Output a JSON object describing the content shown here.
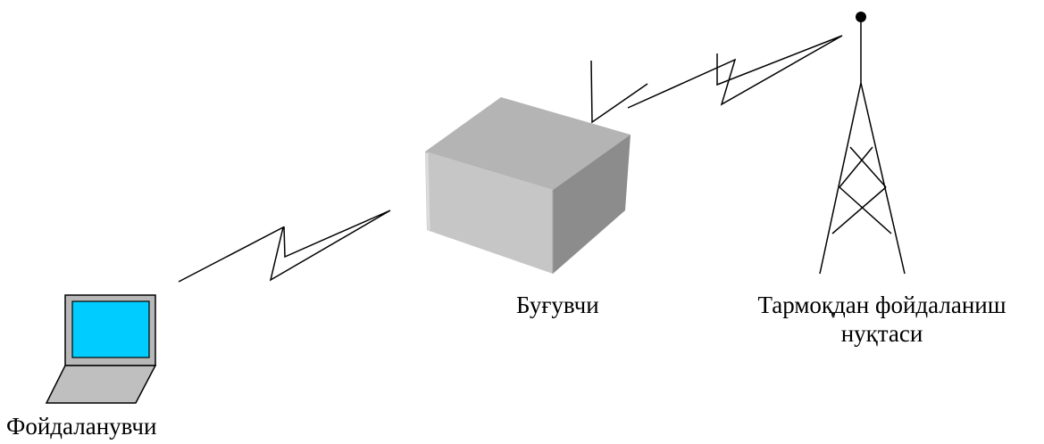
{
  "nodes": {
    "user": {
      "label": "Фойдаланувчи",
      "icon": "laptop-icon"
    },
    "repeater": {
      "label": "Буғувчи",
      "icon": "box-icon"
    },
    "access_point": {
      "label_line1": "Тармоқдан фойдаланиш",
      "label_line2": "нуқтаси",
      "icon": "radio-tower-icon"
    }
  },
  "links": [
    {
      "from": "user",
      "to": "repeater",
      "type": "wireless"
    },
    {
      "from": "repeater",
      "to": "access_point",
      "type": "wireless"
    }
  ],
  "colors": {
    "screen": "#00ccff",
    "laptop_body": "#bfbfbf",
    "box_top": "#b4b4b4",
    "box_front": "#c6c6c6",
    "box_side": "#8c8c8c",
    "line": "#000000"
  }
}
